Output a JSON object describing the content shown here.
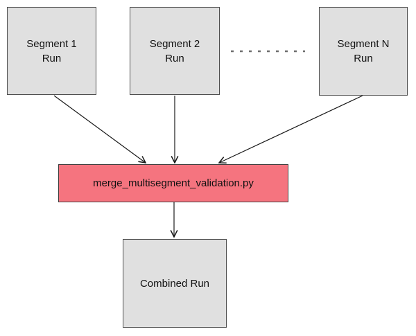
{
  "nodes": {
    "segment1": {
      "line1": "Segment 1",
      "line2": "Run"
    },
    "segment2": {
      "line1": "Segment 2",
      "line2": "Run"
    },
    "segmentN": {
      "line1": "Segment N",
      "line2": "Run"
    },
    "merge": {
      "label": "merge_multisegment_validation.py"
    },
    "combined": {
      "label": "Combined Run"
    }
  },
  "colors": {
    "node_fill": "#e0e0e0",
    "node_border": "#4d4d4d",
    "merge_fill": "#f5747f",
    "merge_border": "#3d3d3d",
    "arrow_color": "#1a1a1a",
    "dotted_color": "#6e6e6e",
    "text_color": "#111111"
  }
}
